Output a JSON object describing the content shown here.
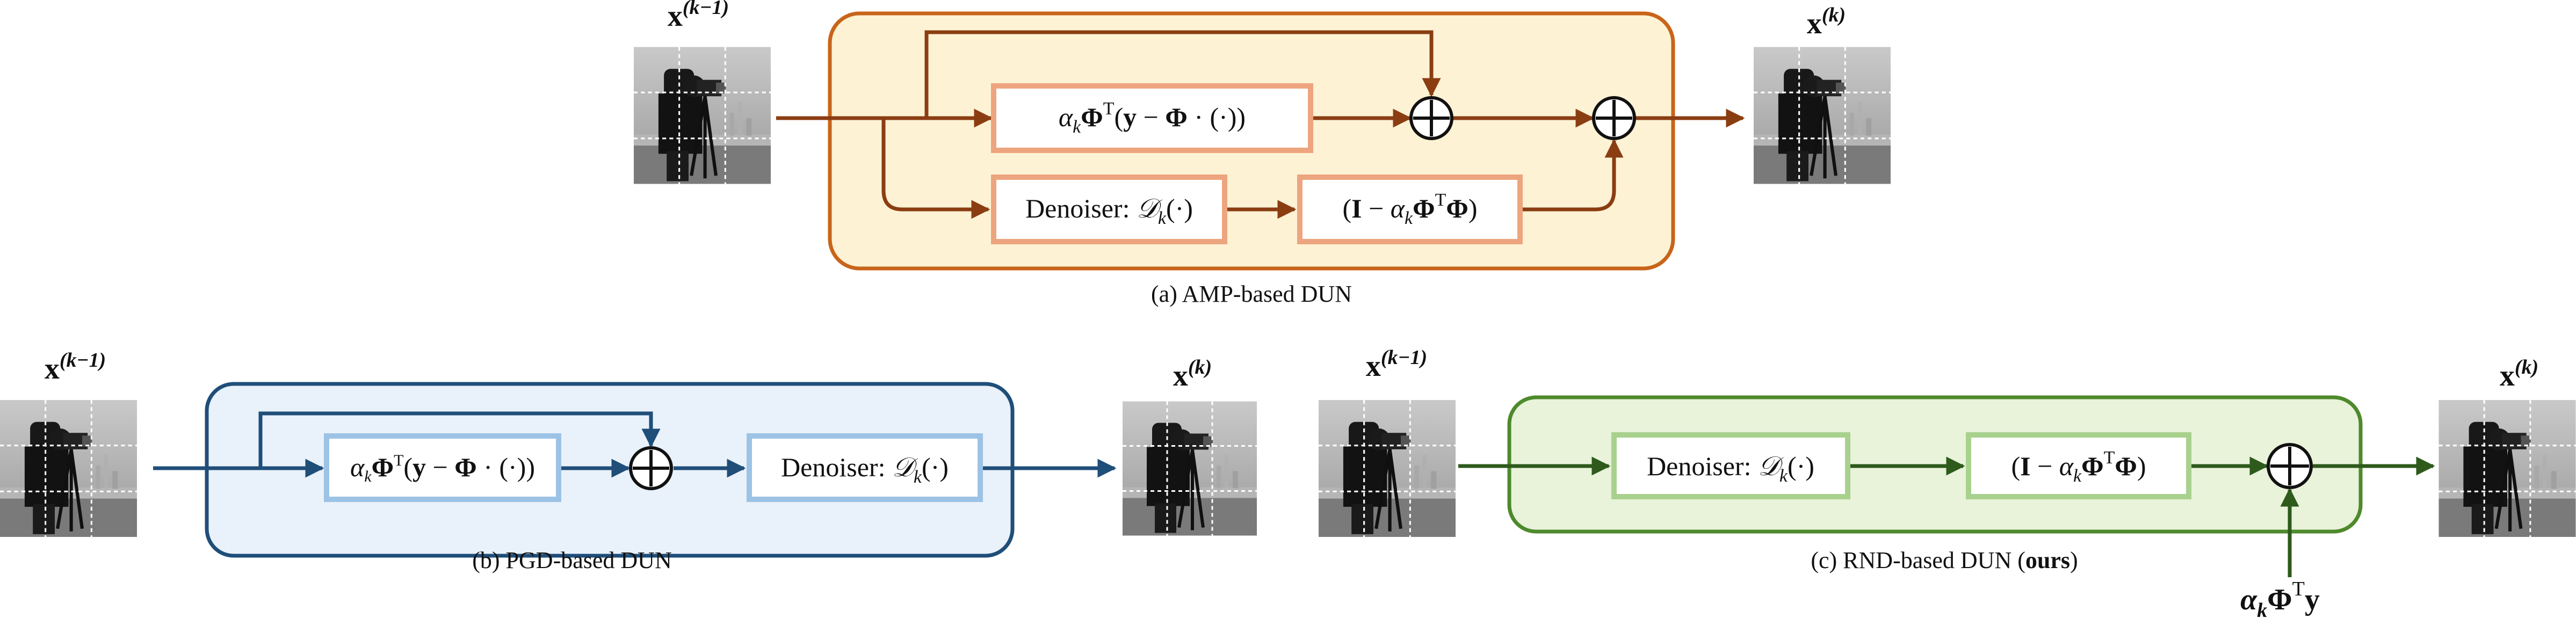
{
  "colors": {
    "amp_frame": "#C8641A",
    "amp_fill": "#FDF2D4",
    "amp_box": "#EDA57F",
    "amp_arrow": "#8B3D12",
    "pgd_frame": "#1F4E79",
    "pgd_fill": "#E9F1FA",
    "pgd_box": "#9CC3E5",
    "pgd_arrow": "#1F4E79",
    "rnd_frame": "#4E8A2C",
    "rnd_fill": "#E8F3DA",
    "rnd_box": "#A9D18E",
    "rnd_arrow": "#2E5A1C"
  },
  "image": {
    "description": "cameraman",
    "icon": "photo-thumbnail"
  },
  "panels": {
    "amp": {
      "caption": "(a) AMP-based DUN",
      "input_var": "x(k−1)",
      "output_var": "x(k)",
      "gradient_module": "αkΦT(y − Φ · (·))",
      "denoiser_module": "Denoiser: 𝒟k(·)",
      "correction_module": "(I − αkΦTΦ)"
    },
    "pgd": {
      "caption": "(b) PGD-based DUN",
      "input_var": "x(k−1)",
      "output_var": "x(k)",
      "gradient_module": "αkΦT(y − Φ · (·))",
      "denoiser_module": "Denoiser: 𝒟k(·)"
    },
    "rnd": {
      "caption_prefix": "(c) RND-based DUN (",
      "caption_bold": "ours",
      "caption_suffix": ")",
      "input_var": "x(k−1)",
      "output_var": "x(k)",
      "denoiser_module": "Denoiser: 𝒟k(·)",
      "correction_module": "(I − αkΦTΦ)",
      "bottom_input": "αkΦTy"
    }
  }
}
